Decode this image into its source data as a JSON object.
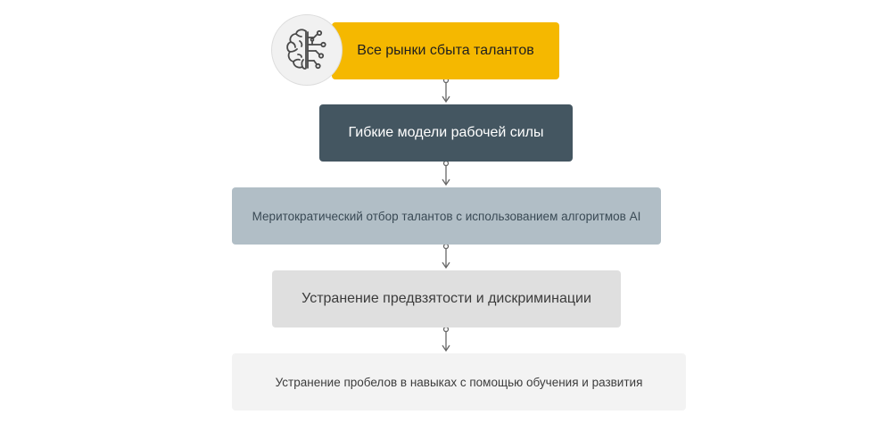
{
  "diagram": {
    "steps": [
      {
        "label": "Все рынки сбыта талантов"
      },
      {
        "label": "Гибкие модели рабочей силы"
      },
      {
        "label": "Меритократический отбор талантов с использованием алгоритмов AI"
      },
      {
        "label": "Устранение предвзятости и дискриминации"
      },
      {
        "label": "Устранение пробелов в навыках с помощью обучения и развития"
      }
    ],
    "icon": "brain-circuit-icon",
    "colors": {
      "step1": "#f5b800",
      "step2": "#445661",
      "step3": "#b1bec6",
      "step4": "#dfdfdf",
      "step5": "#f3f3f3",
      "connector": "#666666"
    }
  }
}
